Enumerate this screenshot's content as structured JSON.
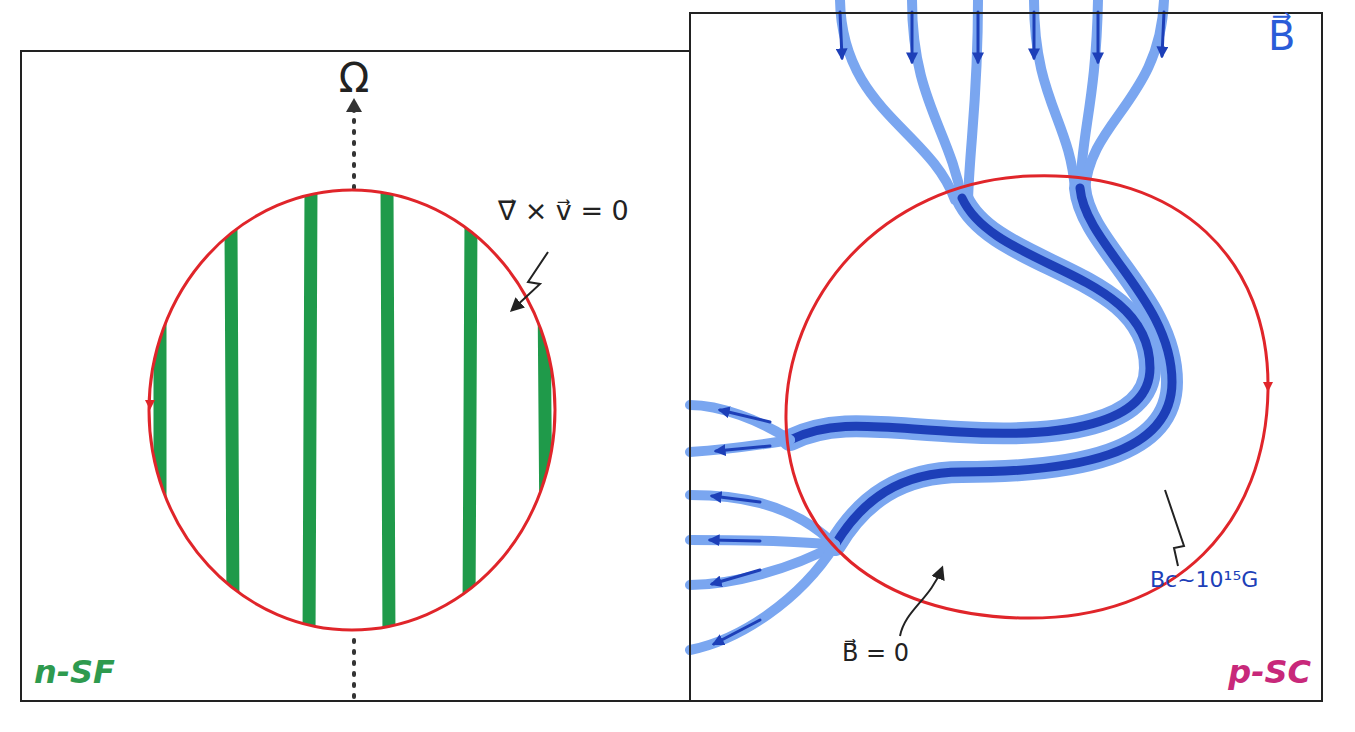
{
  "diagram": {
    "nodes": [
      {
        "text": [
          "n-SF"
        ]
      },
      {
        "text": [
          "p-SC"
        ]
      }
    ],
    "labels": [
      "Ω",
      "∇⃗ × v⃗ = 0",
      "B⃗",
      "B⃗ = 0",
      "Bc~10¹⁵G"
    ]
  }
}
